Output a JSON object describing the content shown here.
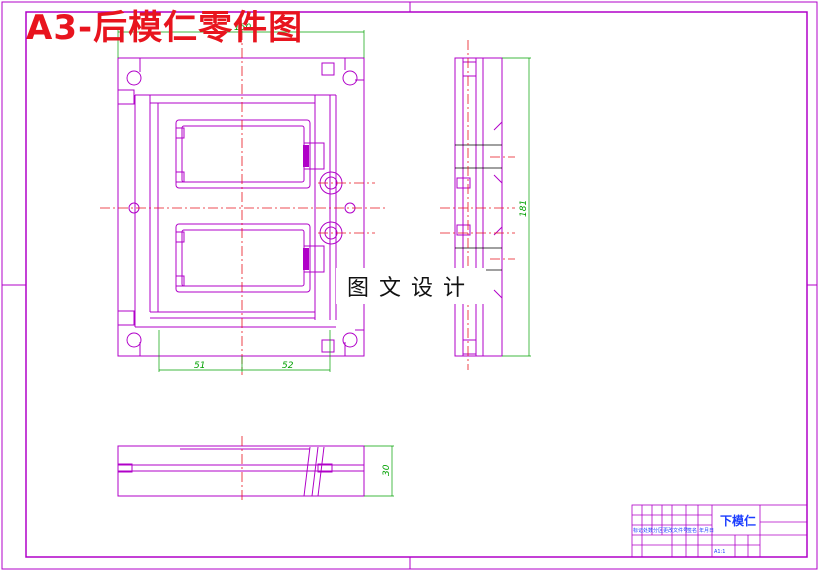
{
  "drawing_title": "A3-后模仁零件图",
  "watermark": "图文设计",
  "dimensions": {
    "top_width": "150",
    "left_span": "51",
    "right_span": "52",
    "side_height": "181",
    "bottom_thickness": "30"
  },
  "title_block": {
    "part_name": "下模仁",
    "scale_label": "A1:1",
    "note_cells": [
      "标记",
      "处数",
      "分区",
      "更改文件号",
      "签名",
      "年月日"
    ]
  },
  "colors": {
    "part_outline": "#b000c8",
    "dimension": "#00a000",
    "centerline": "#e8141e",
    "border": "#b000c8",
    "title": "#e8141e"
  }
}
